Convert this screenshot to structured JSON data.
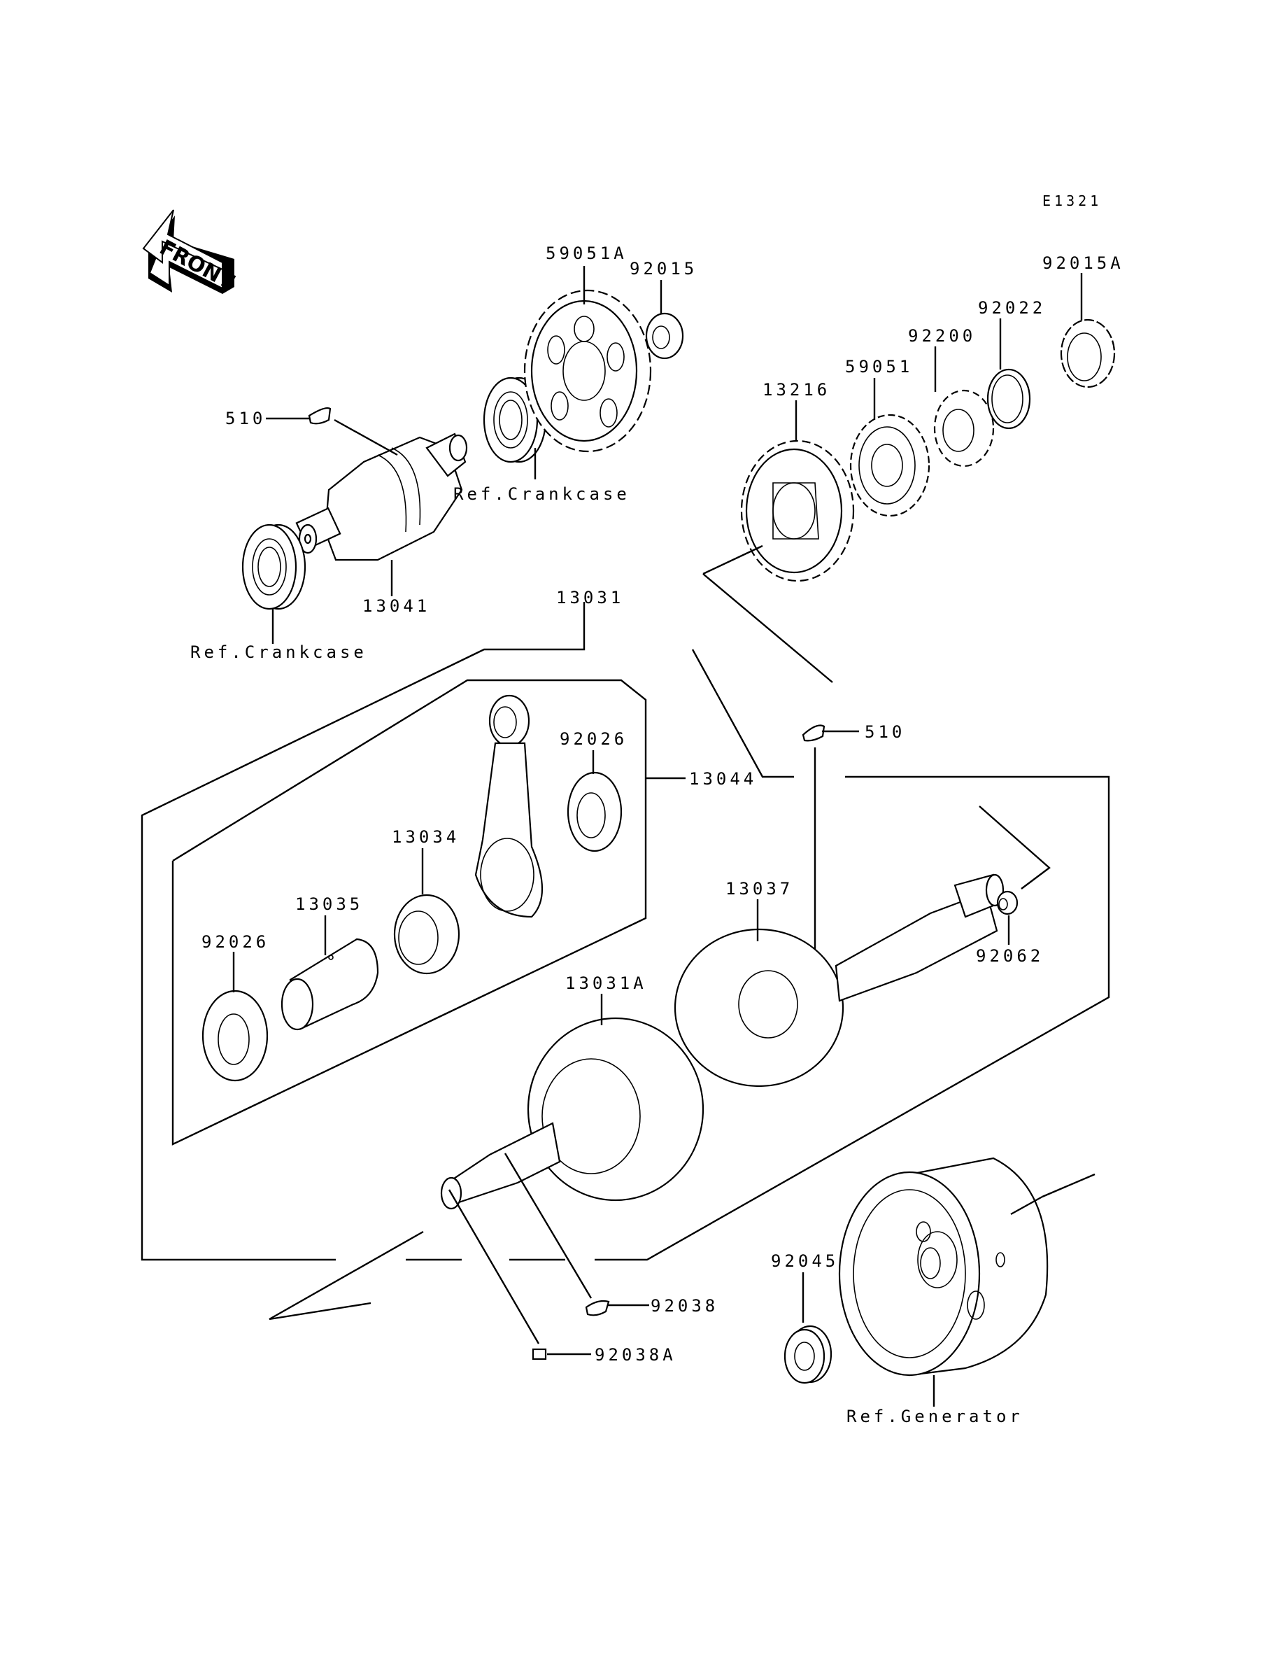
{
  "diagram": {
    "code": "E1321",
    "direction_indicator": "FRONT",
    "labels": {
      "p59051A": "59051A",
      "p92015": "92015",
      "p92015A": "92015A",
      "p92022": "92022",
      "p92200": "92200",
      "p59051": "59051",
      "p13216": "13216",
      "p510_top": "510",
      "ref_crankcase_1": "Ref.Crankcase",
      "p13041": "13041",
      "ref_crankcase_2": "Ref.Crankcase",
      "p13031": "13031",
      "p510_mid": "510",
      "p92026_top": "92026",
      "p13044": "13044",
      "p13034": "13034",
      "p13035": "13035",
      "p92026_left": "92026",
      "p13037": "13037",
      "p92062": "92062",
      "p13031A": "13031A",
      "p92038": "92038",
      "p92038A": "92038A",
      "p92045": "92045",
      "ref_generator": "Ref.Generator"
    }
  }
}
